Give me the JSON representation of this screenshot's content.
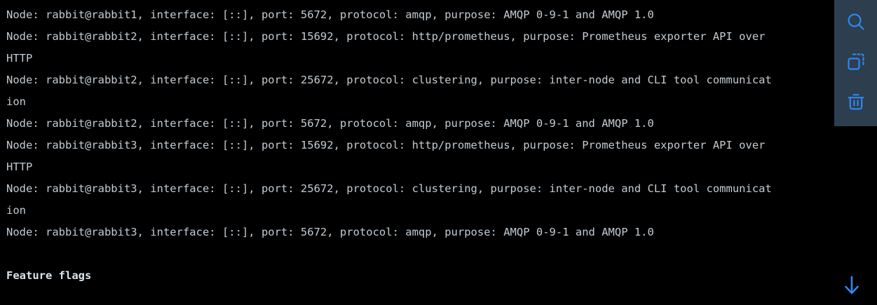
{
  "terminal": {
    "lines": [
      "Node: rabbit@rabbit1, interface: [::], port: 5672, protocol: amqp, purpose: AMQP 0-9-1 and AMQP 1.0",
      "Node: rabbit@rabbit2, interface: [::], port: 15692, protocol: http/prometheus, purpose: Prometheus exporter API over",
      "HTTP",
      "Node: rabbit@rabbit2, interface: [::], port: 25672, protocol: clustering, purpose: inter-node and CLI tool communicat",
      "ion",
      "Node: rabbit@rabbit2, interface: [::], port: 5672, protocol: amqp, purpose: AMQP 0-9-1 and AMQP 1.0",
      "Node: rabbit@rabbit3, interface: [::], port: 15692, protocol: http/prometheus, purpose: Prometheus exporter API over",
      "HTTP",
      "Node: rabbit@rabbit3, interface: [::], port: 25672, protocol: clustering, purpose: inter-node and CLI tool communicat",
      "ion",
      "Node: rabbit@rabbit3, interface: [::], port: 5672, protocol: amqp, purpose: AMQP 0-9-1 and AMQP 1.0",
      "",
      "Feature flags"
    ],
    "heading_indices": [
      12
    ],
    "blank_indices": [
      11
    ],
    "text_color": "#c2ccd4",
    "heading_color": "#d9e2e9",
    "background_color": "#000000"
  },
  "toolbar": {
    "background_color": "#2d3e4e",
    "icon_color": "#2f86f0",
    "buttons": [
      {
        "name": "search-icon",
        "label": "Search"
      },
      {
        "name": "copy-icon",
        "label": "Copy"
      },
      {
        "name": "trash-icon",
        "label": "Delete"
      }
    ]
  },
  "scroll_down": {
    "name": "arrow-down-icon",
    "label": "Scroll to bottom",
    "color": "#2f86f0"
  }
}
